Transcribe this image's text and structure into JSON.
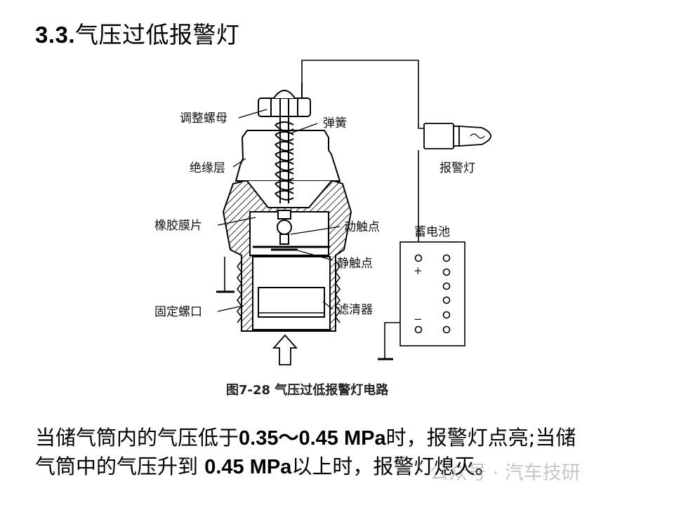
{
  "title": {
    "number": "3.3.",
    "text": "气压过低报警灯"
  },
  "labels": {
    "adjust_nut": "调整螺母",
    "spring": "弹簧",
    "insulation": "绝缘层",
    "warning_lamp": "报警灯",
    "rubber_diaphragm": "橡胶膜片",
    "moving_contact": "动触点",
    "battery": "蓄电池",
    "static_contact": "静触点",
    "fixing_nut": "固定螺口",
    "filter": "滤清器",
    "plus": "+",
    "minus": "−"
  },
  "caption": "图7-28  气压过低报警灯电路",
  "body": {
    "line1_a": "当储气筒内的气压低于",
    "line1_b": "0.35～0.45 MPa",
    "line1_c": "时，报警灯点亮;当储",
    "line2_a": "气筒中的气压升到 ",
    "line2_b": "0.45 MPa",
    "line2_c": "以上时，报警灯熄灭。"
  },
  "watermark": "公众号 · 汽车技研"
}
